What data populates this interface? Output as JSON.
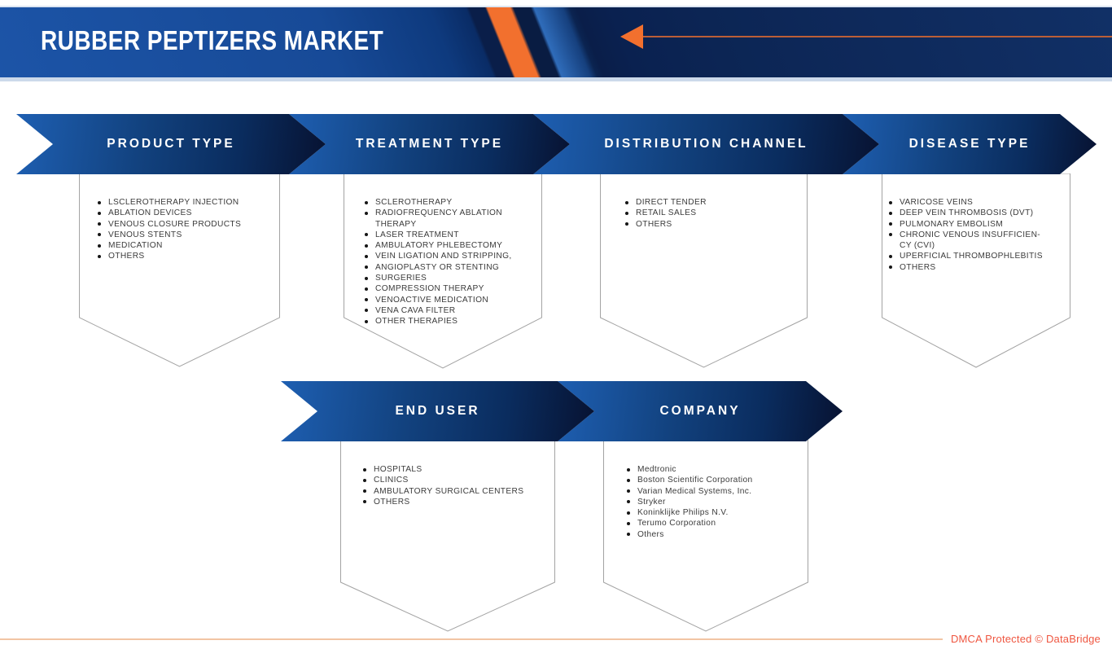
{
  "header": {
    "title": "RUBBER PEPTIZERS MARKET"
  },
  "colors": {
    "primary_blue": "#1c54a7",
    "dark_navy": "#071231",
    "accent_orange": "#f2702e",
    "footer_line": "#f2c5a4",
    "dmca_text": "#ef5640"
  },
  "segments": [
    {
      "id": "product-type",
      "label": "PRODUCT TYPE",
      "items": [
        "LSCLEROTHERAPY INJECTION",
        "ABLATION DEVICES",
        "VENOUS CLOSURE PRODUCTS",
        "VENOUS STENTS",
        "MEDICATION",
        "OTHERS"
      ]
    },
    {
      "id": "treatment-type",
      "label": "TREATMENT TYPE",
      "items": [
        "SCLEROTHERAPY",
        "RADIOFREQUENCY ABLATION\nTHERAPY",
        "LASER TREATMENT",
        "AMBULATORY PHLEBECTOMY",
        "VEIN LIGATION AND STRIPPING,",
        "ANGIOPLASTY OR STENTING",
        "SURGERIES",
        "COMPRESSION THERAPY",
        "VENOACTIVE MEDICATION",
        "VENA CAVA FILTER",
        "OTHER THERAPIES"
      ]
    },
    {
      "id": "distribution-channel",
      "label": "DISTRIBUTION CHANNEL",
      "items": [
        "DIRECT TENDER",
        "RETAIL SALES",
        "OTHERS"
      ]
    },
    {
      "id": "disease-type",
      "label": "DISEASE TYPE",
      "items": [
        "VARICOSE VEINS",
        "DEEP VEIN THROMBOSIS (DVT)",
        "PULMONARY EMBOLISM",
        "CHRONIC VENOUS INSUFFICIEN-\nCY (CVI)",
        "UPERFICIAL THROMBOPHLEBITIS",
        "OTHERS"
      ]
    },
    {
      "id": "end-user",
      "label": "END USER",
      "items": [
        "HOSPITALS",
        "CLINICS",
        "AMBULATORY SURGICAL CENTERS",
        "OTHERS"
      ]
    },
    {
      "id": "company",
      "label": "COMPANY",
      "items": [
        "Medtronic",
        "Boston Scientific Corporation",
        "Varian Medical Systems, Inc.",
        "Stryker",
        "Koninklijke Philips N.V.",
        "Terumo Corporation",
        "Others"
      ]
    }
  ],
  "footer": {
    "dmca": "DMCA Protected © DataBridge"
  }
}
